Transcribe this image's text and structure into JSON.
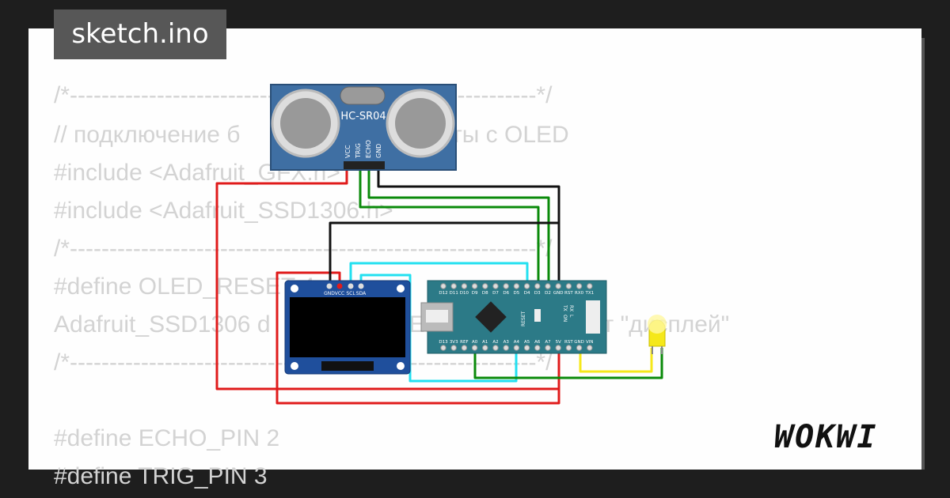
{
  "tab": {
    "label": "sketch.ino"
  },
  "code_lines": [
    "/*-----------------------------------------------------------*/",
    "// подключение б                        работы с OLED",
    "#include <Adafruit_GFX.h>",
    "#include <Adafruit_SSD1306.h>",
    "/*-----------------------------------------------------------*/",
    "#define OLED_RESET 4",
    "Adafruit_SSD1306 d                     ED     даём объект \"дисплей\"",
    "/*-----------------------------------------------------------*/",
    "",
    "#define ECHO_PIN 2",
    "#define TRIG_PIN 3"
  ],
  "sensor": {
    "name": "HC-SR04",
    "pins": [
      "VCC",
      "TRIG",
      "ECHO",
      "GND"
    ]
  },
  "oled": {
    "pins": [
      "GND",
      "VCC",
      "SCL",
      "SDA"
    ]
  },
  "nano": {
    "top_pins": [
      "D12",
      "D11",
      "D10",
      "D9",
      "D8",
      "D7",
      "D6",
      "D5",
      "D4",
      "D3",
      "D2",
      "GND",
      "RST",
      "RX0",
      "TX1"
    ],
    "bottom_pins": [
      "D13",
      "3V3",
      "REF",
      "A0",
      "A1",
      "A2",
      "A3",
      "A4",
      "A5",
      "A6",
      "A7",
      "5V",
      "RST",
      "GND",
      "VIN"
    ],
    "side_labels": [
      "TX",
      "RX",
      "ON",
      "L"
    ],
    "chip_label": "RESET"
  },
  "brand": {
    "logo": "WOKWI"
  },
  "colors": {
    "red": "#e01b1b",
    "green": "#0a8a0a",
    "cyan": "#22e0f0",
    "black": "#111111",
    "yellow": "#f5e81a",
    "board": "#2c7a87",
    "sensor": "#3f6fa3"
  }
}
